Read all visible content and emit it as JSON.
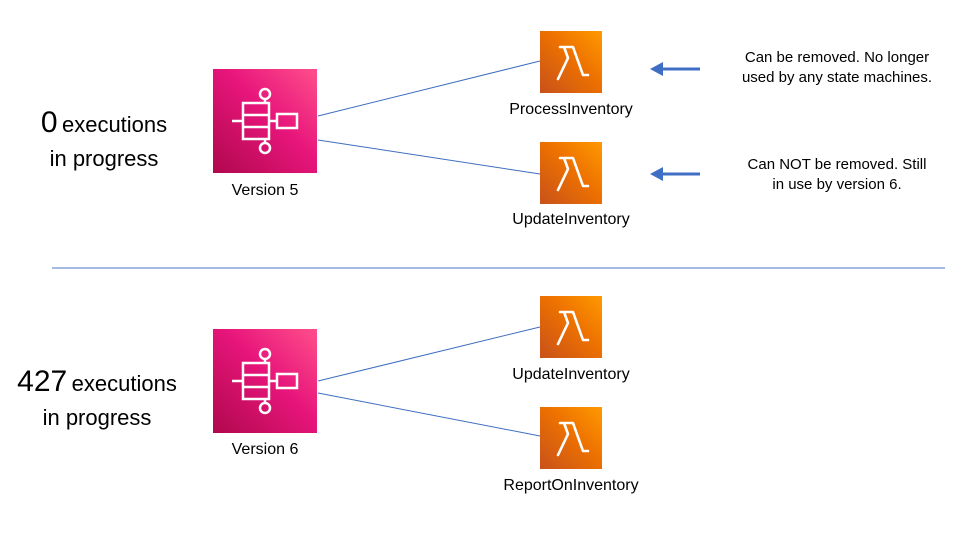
{
  "sections": [
    {
      "executions_count": "0",
      "executions_unit": "executions",
      "executions_sub": "in progress",
      "version_label": "Version 5",
      "functions": [
        {
          "name": "ProcessInventory",
          "note_line1": "Can be removed. No longer",
          "note_line2": "used by any state machines."
        },
        {
          "name": "UpdateInventory",
          "note_line1": "Can NOT be removed. Still",
          "note_line2": "in use by version 6."
        }
      ]
    },
    {
      "executions_count": "427",
      "executions_unit": "executions",
      "executions_sub": "in progress",
      "version_label": "Version 6",
      "functions": [
        {
          "name": "UpdateInventory"
        },
        {
          "name": "ReportOnInventory"
        }
      ]
    }
  ],
  "icons": {
    "state_machine": "step-functions-state-machine-icon",
    "function": "lambda-function-icon",
    "arrow": "arrow-left-icon"
  },
  "colors": {
    "step_functions": "#e7157b",
    "lambda": "#ed7100",
    "connector": "#3f6fbf",
    "arrow": "#3f6fc4"
  }
}
